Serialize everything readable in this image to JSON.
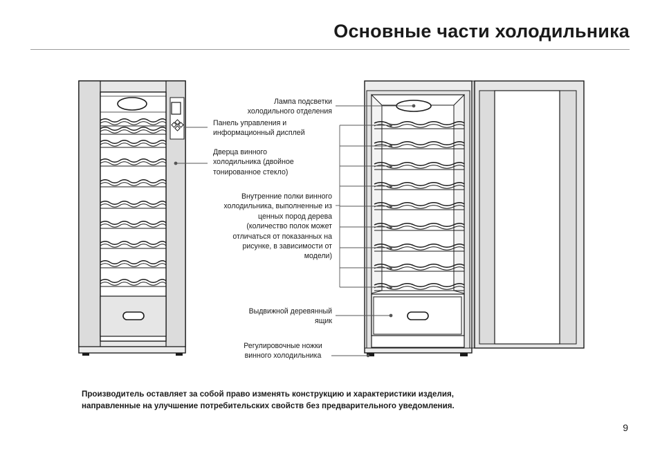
{
  "page": {
    "title": "Основные части холодильника",
    "page_number": "9"
  },
  "callouts": {
    "lamp": "Лампа подсветки\nхолодильного отделения",
    "control_panel": "Панель управления и\nинформационный дисплей",
    "door": "Дверца винного\nхолодильника (двойное\nтонированное стекло)",
    "shelves": "Внутренние полки винного\nхолодильника, выполненные из\nценных пород дерева\n(количество полок может\nотличаться от показанных на\nрисунке, в зависимости от\nмодели)",
    "drawer": "Выдвижной деревянный\nящик",
    "feet": "Регулировочные ножки\nвинного холодильника"
  },
  "footer": {
    "disclaimer": "Производитель оставляет за собой право изменять конструкцию и характеристики изделия,\nнаправленные на улучшение потребительских свойств без предварительного уведомления."
  }
}
